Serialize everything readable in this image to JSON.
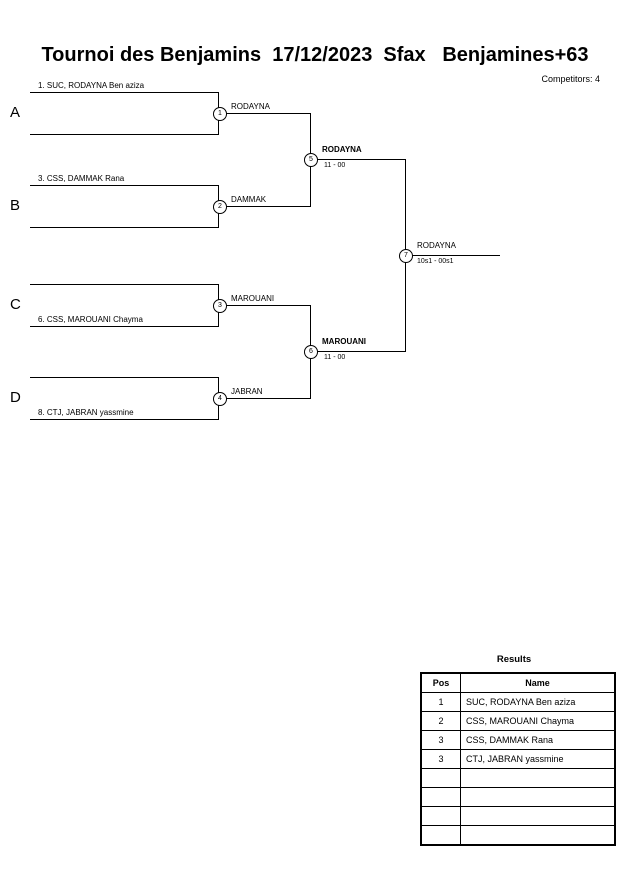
{
  "header": {
    "title": "Tournoi des Benjamins  17/12/2023  Sfax   Benjamines+63",
    "competitors": "Competitors: 4"
  },
  "bracket": {
    "sections": [
      {
        "letter": "A",
        "seed": "1. SUC, RODAYNA Ben aziza",
        "node": "1",
        "winner": "RODAYNA"
      },
      {
        "letter": "B",
        "seed": "3. CSS, DAMMAK Rana",
        "node": "2",
        "winner": "DAMMAK"
      },
      {
        "letter": "C",
        "seed": "6. CSS, MAROUANI Chayma",
        "node": "3",
        "winner": "MAROUANI"
      },
      {
        "letter": "D",
        "seed": "8. CTJ, JABRAN yassmine",
        "node": "4",
        "winner": "JABRAN"
      }
    ],
    "semifinals": [
      {
        "node": "5",
        "winner": "RODAYNA",
        "score": "11 - 00"
      },
      {
        "node": "6",
        "winner": "MAROUANI",
        "score": "11 - 00"
      }
    ],
    "final": {
      "node": "7",
      "winner": "RODAYNA",
      "score": "10s1 - 00s1"
    }
  },
  "results": {
    "title": "Results",
    "columns": [
      "Pos",
      "Name"
    ],
    "rows": [
      {
        "pos": "1",
        "name": "SUC, RODAYNA Ben aziza"
      },
      {
        "pos": "2",
        "name": "CSS, MAROUANI Chayma"
      },
      {
        "pos": "3",
        "name": "CSS, DAMMAK Rana"
      },
      {
        "pos": "3",
        "name": "CTJ, JABRAN yassmine"
      }
    ]
  }
}
